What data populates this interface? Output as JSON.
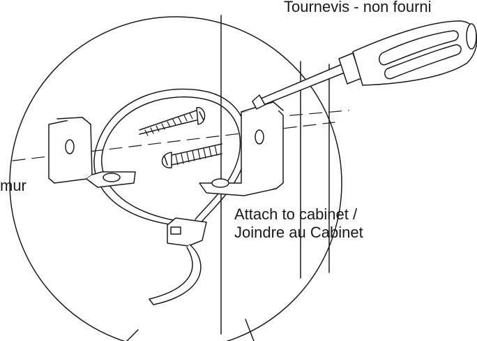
{
  "labels": {
    "screwdriver": "Tournevis - non fourni",
    "wall": "mur",
    "attach_en": "Attach to cabinet /",
    "attach_fr": "Joindre au Cabinet"
  },
  "colors": {
    "line": "#1a1a1a",
    "background": "#ffffff"
  }
}
